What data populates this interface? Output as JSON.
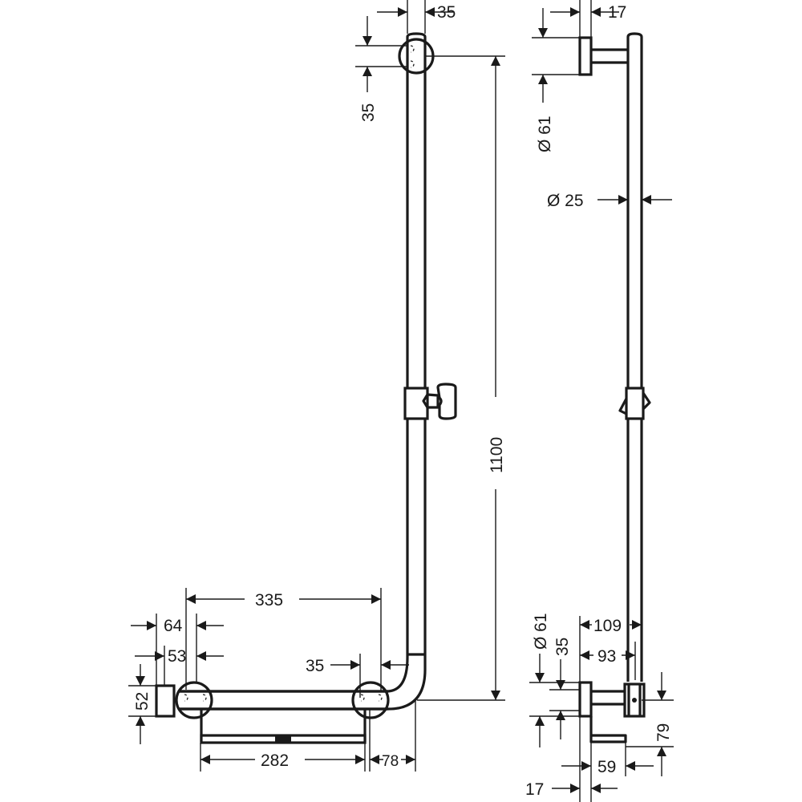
{
  "drawing": {
    "front_view": {
      "dims": {
        "top_tube_width": "35",
        "top_flange_height": "35",
        "overall_height": "1100",
        "horizontal_span": "335",
        "wall_block_offset": "64",
        "flange_offset": "53",
        "right_flange_width": "35",
        "wall_block_height": "52",
        "shelf_width": "282",
        "bend_offset": "78"
      }
    },
    "side_view": {
      "dims": {
        "top_flange_thickness": "17",
        "top_flange_diameter": "Ø 61",
        "tube_diameter": "Ø 25",
        "bottom_projection_total": "109",
        "bottom_projection_inner": "93",
        "bottom_flange_diameter": "Ø 61",
        "bottom_tube_height": "35",
        "shelf_drop": "79",
        "shelf_depth": "59",
        "bottom_flange_thickness": "17"
      }
    }
  }
}
